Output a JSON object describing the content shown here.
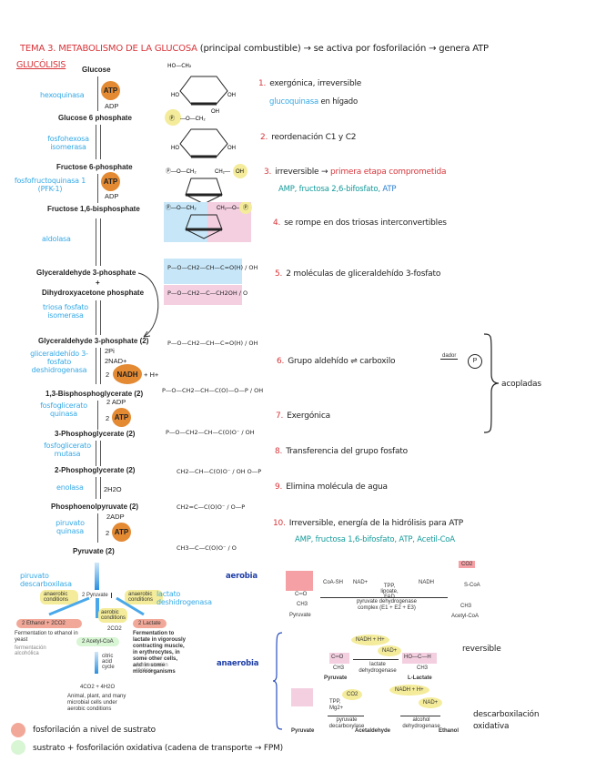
{
  "header": {
    "title_main": "TEMA 3. METABOLISMO DE LA GLUCOSA",
    "title_rest": "(principal combustible) → se activa por fosforilación → genera ATP",
    "section": "GLUCÓLISIS"
  },
  "pathway": {
    "metabolites": [
      "Glucose",
      "Glucose 6 phosphate",
      "Fructose 6-phosphate",
      "Fructose 1,6-bisphosphate",
      "Glyceraldehyde 3-phosphate",
      "+",
      "Dihydroxyacetone phosphate",
      "Glyceraldehyde 3-phosphate (2)",
      "1,3-Bisphosphoglycerate (2)",
      "3-Phosphoglycerate (2)",
      "2-Phosphoglycerate (2)",
      "Phosphoenolpyruvate (2)",
      "Pyruvate (2)"
    ],
    "enzymes": [
      "hexoquinasa",
      "fosfohexosa isomerasa",
      "fosfofructoquinasa 1 (PFK-1)",
      "aldolasa",
      "triosa fosfato isomerasa",
      "gliceraldehído 3-fosfato deshidrogenasa",
      "fosfoglicerato quinasa",
      "fosfoglicerato mutasa",
      "enolasa",
      "piruvato quinasa"
    ],
    "side": {
      "atp": "ATP",
      "adp": "ADP",
      "nadh": "NADH",
      "two_pi": "2Pi",
      "two_nad": "2NAD+",
      "h_plus": "+ H+",
      "two": "2",
      "two_adp": "2 ADP",
      "two_adp_b": "2ADP",
      "two_h2o": "2H2O"
    }
  },
  "structures": {
    "p": "P",
    "g3p": "P—O—CH2—CH—C=O(H) / OH",
    "dhap": "P—O—CH2—C—CH2OH / O",
    "bpg": "P—O—CH2—CH—C(O)—O—P / OH",
    "pg3": "P—O—CH2—CH—C(O)O⁻ / OH",
    "pg2": "CH2—CH—C(O)O⁻ / OH  O—P",
    "pep": "CH2=C—C(O)O⁻ / O—P",
    "pyr": "CH3—C—C(O)O⁻ / O"
  },
  "notes": [
    {
      "n": "1.",
      "text": "exergónica, irreversible",
      "sub": "glucoquinasa",
      "sub2": "en hígado"
    },
    {
      "n": "2.",
      "text": "reordenación C1 y C2"
    },
    {
      "n": "3.",
      "text": "irreversible →",
      "highlight": "primera etapa comprometida",
      "sub": "AMP, fructosa 2,6-bifosfato,",
      "sub_atp": "ATP"
    },
    {
      "n": "4.",
      "text": "se rompe en dos triosas interconvertibles"
    },
    {
      "n": "5.",
      "text": "2 moléculas de gliceraldehído 3-fosfato"
    },
    {
      "n": "6.",
      "text": "Grupo aldehído ⇌ carboxilo",
      "arrow_label": "dador"
    },
    {
      "n": "7.",
      "text": "Exergónica"
    },
    {
      "n": "8.",
      "text": "Transferencia del grupo fosfato"
    },
    {
      "n": "9.",
      "text": "Elimina molécula de agua"
    },
    {
      "n": "10.",
      "text": "Irreversible, energía de la hidrólisis para ATP",
      "sub": "AMP, fructosa 1,6-bifosfato, ATP, Acetil-CoA"
    }
  ],
  "bracket_label": "acopladas",
  "fates": {
    "pyr_dehydrogenase_label": "piruvato descarboxilasa",
    "lactate_label": "lactato deshidrogenasa",
    "center": "2 Pyruvate",
    "left_cond": "anaerobic conditions",
    "right_cond": "anaerobic conditions",
    "mid_cond": "aerobic conditions",
    "left_box": "2 Ethanol + 2CO2",
    "left_desc": "Fermentation to ethanol in yeast",
    "left_note": "fermentación alcohólica",
    "right_box": "2 Lactate",
    "right_desc": "Fermentation to lactate in vigorously contracting muscle, in erythrocytes, in some other cells, and in some microorganisms",
    "right_note": "fermentación láctica",
    "acetyl_box": "2 Acetyl-CoA",
    "co2": "2CO2",
    "cycle": "citric acid cycle",
    "final": "4CO2 + 4H2O",
    "final_desc": "Animal, plant, and many microbial cells under aerobic conditions",
    "aerobia": "aerobia",
    "anaerobia": "anaerobia"
  },
  "pdh": {
    "co2": "CO2",
    "coash": "CoA-SH",
    "nad": "NAD+",
    "tpp": "TPP, lipoate, FAD",
    "nadh": "NADH",
    "enzyme": "pyruvate dehydrogenase complex (E1 + E2 + E3)",
    "pyruvate": "Pyruvate",
    "acetyl": "Acetyl-CoA",
    "scoa": "S-CoA",
    "ch3": "CH3",
    "co": "C═O"
  },
  "ldh": {
    "nadh": "NADH + H+",
    "nad": "NAD+",
    "enzyme": "lactate dehydrogenase",
    "pyruvate": "Pyruvate",
    "lactate": "L-Lactate",
    "label": "reversible",
    "hoch": "HO—C—H",
    "co": "C═O",
    "ch3": "CH3"
  },
  "pdc": {
    "co2": "CO2",
    "tpp": "TPP, Mg2+",
    "enzyme1": "pyruvate decarboxylase",
    "nadh": "NADH + H+",
    "nad": "NAD+",
    "enzyme2": "alcohol dehydrogenase",
    "pyruvate": "Pyruvate",
    "acetaldehyde": "Acetaldehyde",
    "ethanol": "Ethanol",
    "label1": "descarboxilación",
    "label2": "oxidativa"
  },
  "legend": [
    {
      "color": "#f2a898",
      "text": "fosforilación a nivel de sustrato"
    },
    {
      "color": "#d8f5d4",
      "text": "sustrato + fosforilación oxidativa (cadena de transporte → FPM)"
    }
  ]
}
